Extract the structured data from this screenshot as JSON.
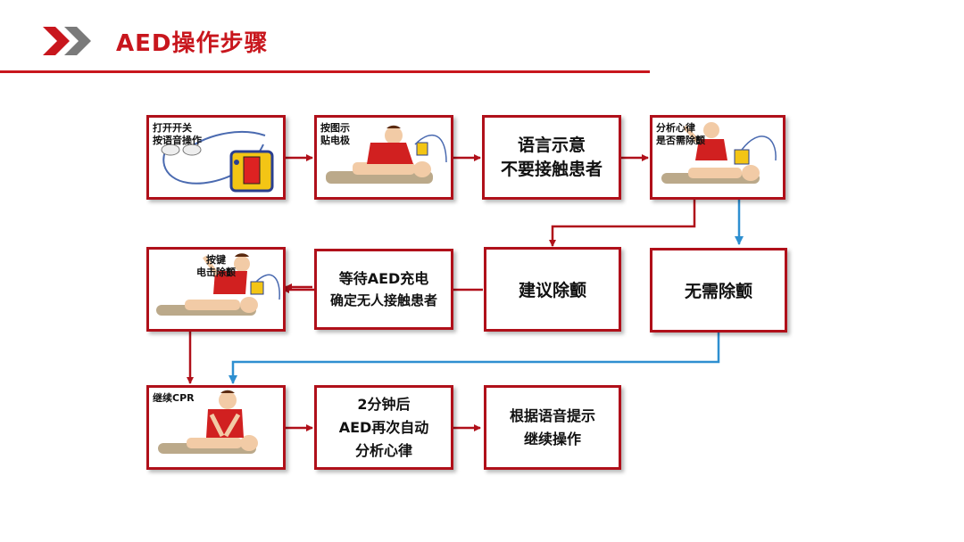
{
  "header": {
    "title": "AED操作步骤"
  },
  "colors": {
    "accent": "#c8161d",
    "box_border": "#b0101a",
    "arrow_red": "#b0101a",
    "arrow_blue": "#2e8fd0"
  },
  "steps": {
    "power_on": {
      "label": "打开开关\n按语音操作",
      "icon": "aed-device-icon"
    },
    "attach_pads": {
      "label": "按图示\n贴电极",
      "icon": "rescuer-attaching-pads-icon"
    },
    "voice_prompt": {
      "line1": "语言示意",
      "line2": "不要接触患者"
    },
    "analyze": {
      "label": "分析心律\n是否需除颤",
      "icon": "rescuer-analyzing-icon"
    },
    "shock_button": {
      "label": "按键\n电击除颤",
      "icon": "rescuer-shock-icon"
    },
    "wait_charge": {
      "line1": "等待AED充电",
      "line2": "确定无人接触患者"
    },
    "shock_advised": {
      "line1": "建议除颤"
    },
    "no_shock": {
      "line1": "无需除颤"
    },
    "cpr": {
      "label": "继续CPR",
      "icon": "rescuer-cpr-icon"
    },
    "reanalyze": {
      "line1": "2分钟后",
      "line2": "AED再次自动",
      "line3": "分析心律"
    },
    "follow_voice": {
      "line1": "根据语音提示",
      "line2": "继续操作"
    }
  }
}
